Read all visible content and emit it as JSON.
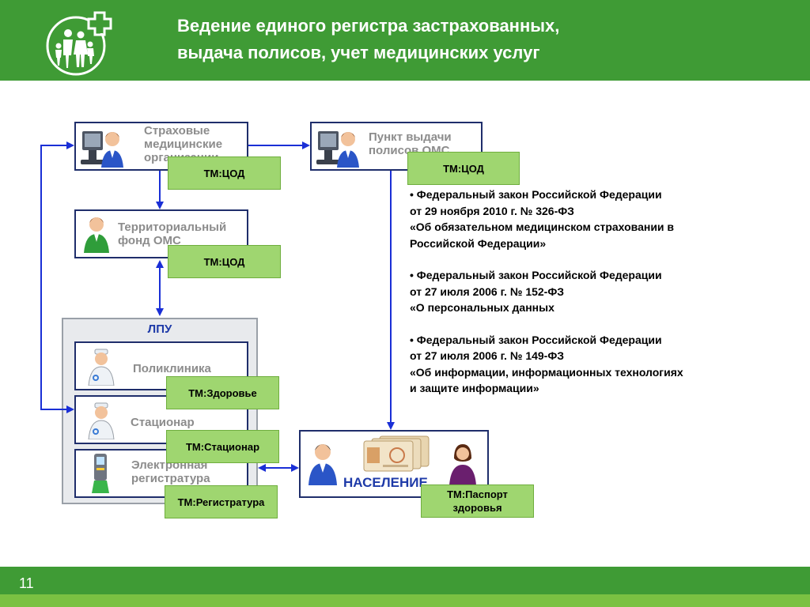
{
  "header": {
    "title_line1": "Ведение единого регистра застрахованных,",
    "title_line2": "выдача полисов, учет медицинских услуг",
    "logo": "family-cross-logo-icon"
  },
  "boxes": {
    "insurance": "Страховые медицинские организации",
    "issue_point": "Пункт выдачи полисов ОМС",
    "fund": "Территориальный фонд ОМС",
    "lpu": "ЛПУ",
    "clinic": "Поликлиника",
    "hospital": "Стационар",
    "registry": "Электронная регистратура",
    "population": "НАСЕЛЕНИЕ"
  },
  "tags": {
    "tm_cod_1": "ТМ:ЦОД",
    "tm_cod_2": "ТМ:ЦОД",
    "tm_cod_3": "ТМ:ЦОД",
    "tm_health": "ТМ:Здоровье",
    "tm_hospital": "ТМ:Стационар",
    "tm_registry": "ТМ:Регистратура",
    "tm_passport": "ТМ:Паспорт здоровья"
  },
  "laws": [
    {
      "line1": "• Федеральный закон Российской Федерации",
      "line2": "от 29 ноября 2010 г. № 326-ФЗ",
      "line3": "«Об обязательном медицинском страховании в",
      "line4": "Российской Федерации»"
    },
    {
      "line1": "• Федеральный закон Российской Федерации",
      "line2": "от 27 июля 2006 г. № 152-ФЗ",
      "line3": "«О персональных данных"
    },
    {
      "line1": "• Федеральный закон Российской Федерации",
      "line2": "от 27 июля 2006 г. № 149-ФЗ",
      "line3": "«Об информации, информационных технологиях",
      "line4": "и защите информации»"
    }
  ],
  "footer": {
    "page": "11"
  },
  "colors": {
    "green": "#3f9b35",
    "tag_green": "#9fd670",
    "navy": "#1f2e6b",
    "blue_arrow": "#1a2fd6",
    "blue_text": "#1e3aa8"
  }
}
